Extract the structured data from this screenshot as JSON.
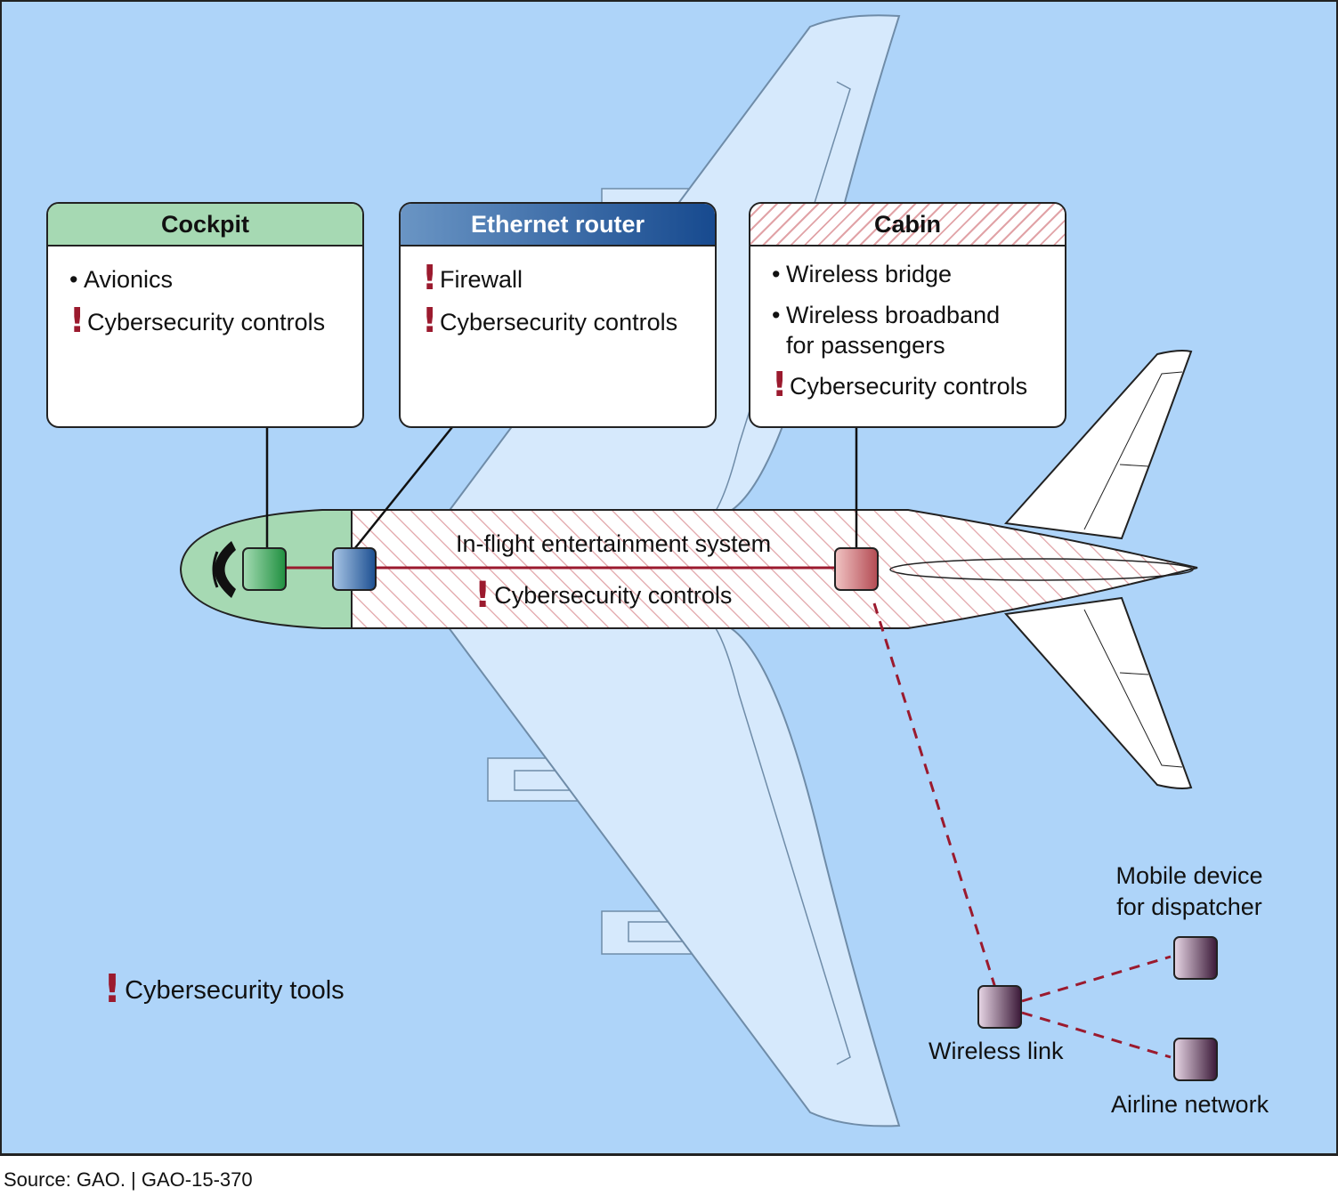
{
  "colors": {
    "sky": "#aed4f9",
    "wing": "#d6e9fc",
    "cockpit_green": "#a6d9b3",
    "router_blue_start": "#6a95c4",
    "router_blue_end": "#174a8f",
    "hatch_red": "#e1a3a7",
    "link_red": "#9b1a2e",
    "device_purple": "#4a2545"
  },
  "cockpit": {
    "title": "Cockpit",
    "items": [
      {
        "marker": "bullet",
        "text": "Avionics"
      },
      {
        "marker": "alert",
        "text": "Cybersecurity controls"
      }
    ]
  },
  "router": {
    "title": "Ethernet router",
    "items": [
      {
        "marker": "alert",
        "text": "Firewall"
      },
      {
        "marker": "alert",
        "text": "Cybersecurity controls"
      }
    ]
  },
  "cabin": {
    "title": "Cabin",
    "items": [
      {
        "marker": "bullet",
        "text": "Wireless bridge"
      },
      {
        "marker": "bullet",
        "text": "Wireless broadband",
        "text2": "for passengers"
      },
      {
        "marker": "alert",
        "text": "Cybersecurity controls"
      }
    ]
  },
  "fuselage": {
    "label": "In-flight entertainment system",
    "controls": "Cybersecurity controls"
  },
  "network": {
    "wireless_link": "Wireless link",
    "mobile_device_line1": "Mobile device",
    "mobile_device_line2": "for dispatcher",
    "airline_network": "Airline network"
  },
  "legend": {
    "alert_label": "Cybersecurity tools"
  },
  "source": "Source: GAO.  |  GAO-15-370"
}
